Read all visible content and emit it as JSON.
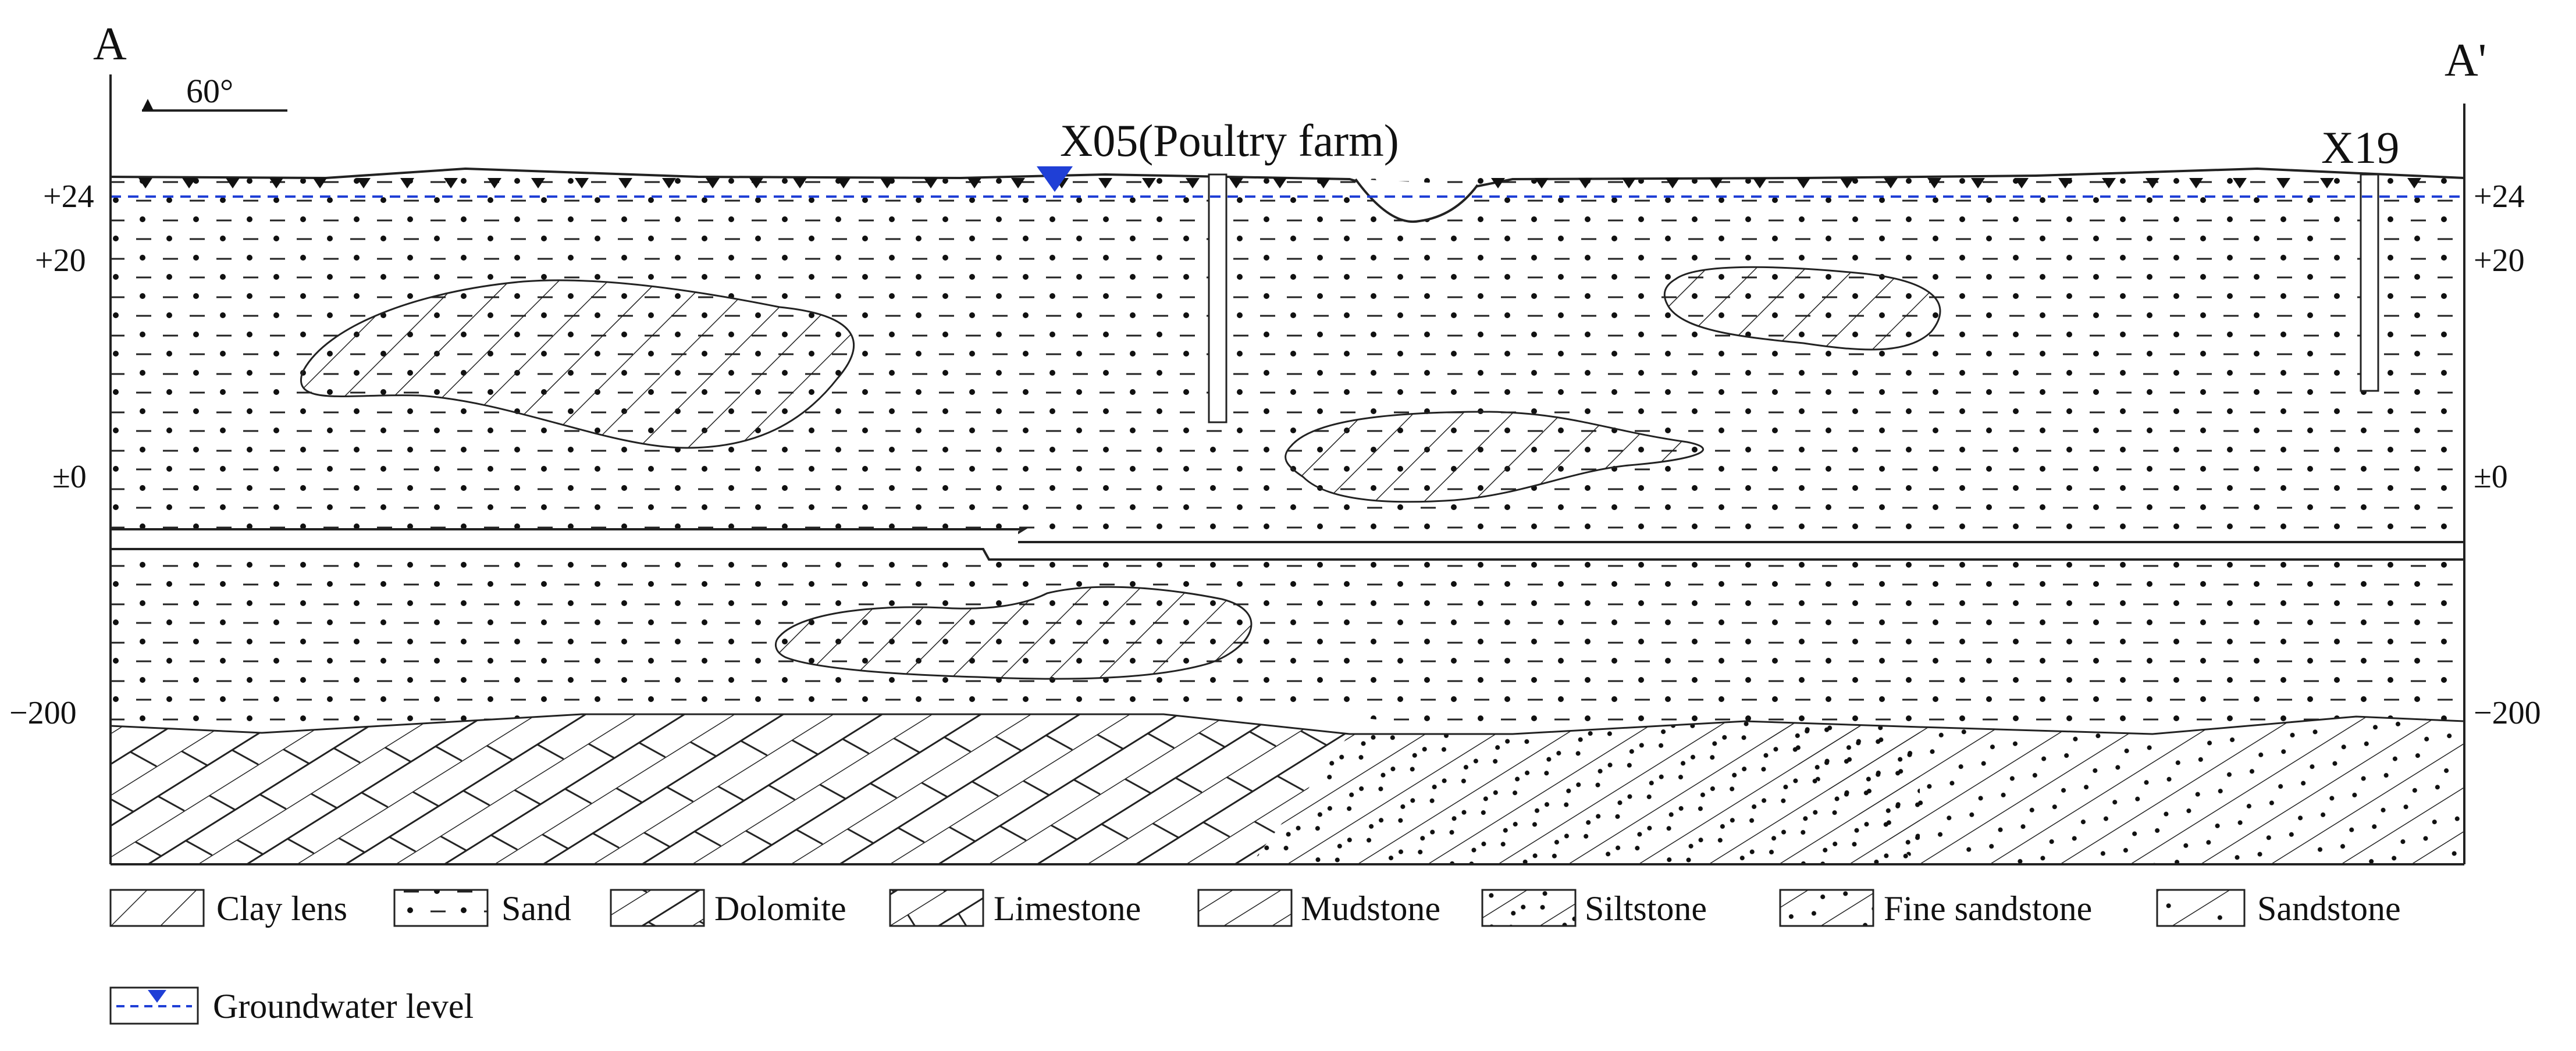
{
  "section": {
    "left_label": "A",
    "right_label": "A'",
    "dip_label": "60°"
  },
  "wells": [
    {
      "id": "x05",
      "label": "X05(Poultry farm)"
    },
    {
      "id": "x19",
      "label": "X19"
    }
  ],
  "elevations": {
    "left": [
      "+24",
      "+20",
      "±0",
      "−200"
    ],
    "right": [
      "+24",
      "+20",
      "±0",
      "−200"
    ]
  },
  "legend": {
    "row1": [
      "Clay lens",
      "Sand",
      "Dolomite",
      "Limestone",
      "Mudstone",
      "Siltstone",
      "Fine sandstone",
      "Sandstone"
    ],
    "row2": [
      "Groundwater level"
    ]
  },
  "colors": {
    "line": "#222222",
    "groundwater": "#1f3fd6"
  }
}
